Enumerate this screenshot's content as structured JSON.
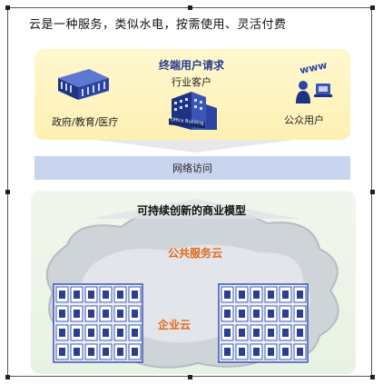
{
  "headline": "云是一种服务，类似水电，按需使用、灵活付费",
  "users": {
    "title": "终端用户请求",
    "gov": "政府/教育/医疗",
    "industry": "行业客户",
    "public": "公众用户",
    "office_sign": "Office Building"
  },
  "network": {
    "label": "网络访问"
  },
  "model": {
    "title": "可持续创新的商业模型",
    "public_cloud": "公共服务云",
    "enterprise_cloud": "企业云"
  },
  "colors": {
    "panel_top": "#fdf0b4",
    "network_bar": "#c9d4ef",
    "panel_bottom": "#e8f2e2",
    "cloud": "#c3c8cd",
    "accent_orange": "#e06a18",
    "rack_blue": "#3a55b4"
  }
}
